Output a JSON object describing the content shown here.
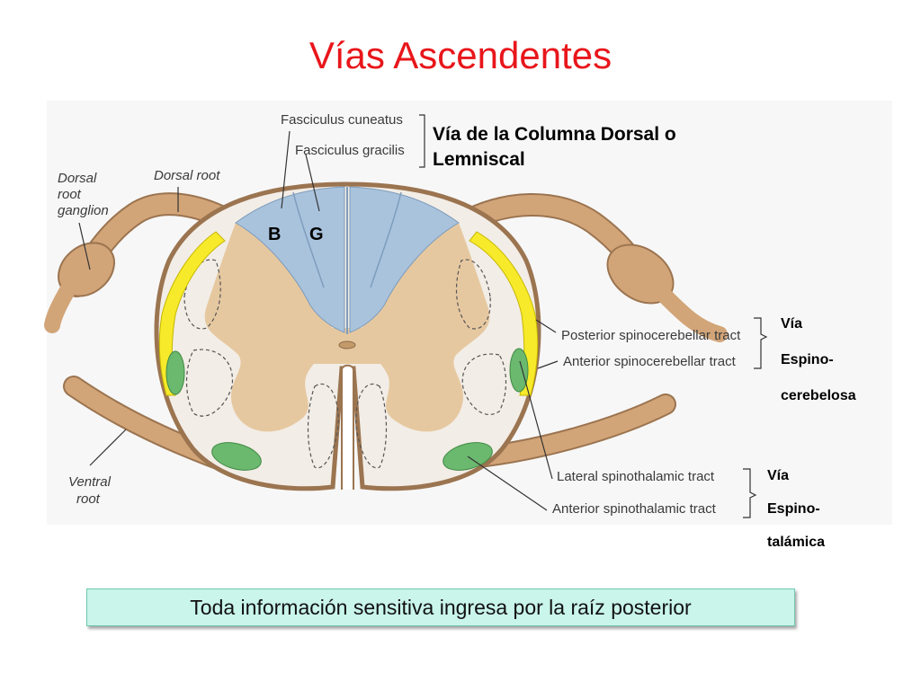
{
  "title": "Vías Ascendentes",
  "labels": {
    "fasciculus_cuneatus": "Fasciculus cuneatus",
    "fasciculus_gracilis": "Fasciculus gracilis",
    "dorsal_root_ganglion": [
      "Dorsal",
      "root",
      "ganglion"
    ],
    "dorsal_root": "Dorsal root",
    "ventral_root": [
      "Ventral",
      "root"
    ],
    "posterior_spinocerebellar": "Posterior spinocerebellar tract",
    "anterior_spinocerebellar": "Anterior spinocerebellar tract",
    "lateral_spinothalamic": "Lateral spinothalamic tract",
    "anterior_spinothalamic": "Anterior spinothalamic tract",
    "b": "B",
    "g": "G"
  },
  "pathways": {
    "lemniscal": "Vía de la Columna Dorsal o Lemniscal",
    "spinocerebellar": [
      "Vía",
      "Espino-",
      "cerebelosa"
    ],
    "spinothalamic": [
      "Vía",
      "Espino-",
      "talámica"
    ]
  },
  "footer": "Toda información sensitiva ingresa por la raíz posterior",
  "colors": {
    "title": "#e8161b",
    "white_matter": "#f2ede6",
    "gray_matter": "#e6c8a0",
    "root": "#d2a578",
    "dorsal_columns": "#a9c3dd",
    "spinocerebellar": "#f6ea2a",
    "spinothalamic": "#6bb86f",
    "footer_bg": "#c9f5ea"
  }
}
